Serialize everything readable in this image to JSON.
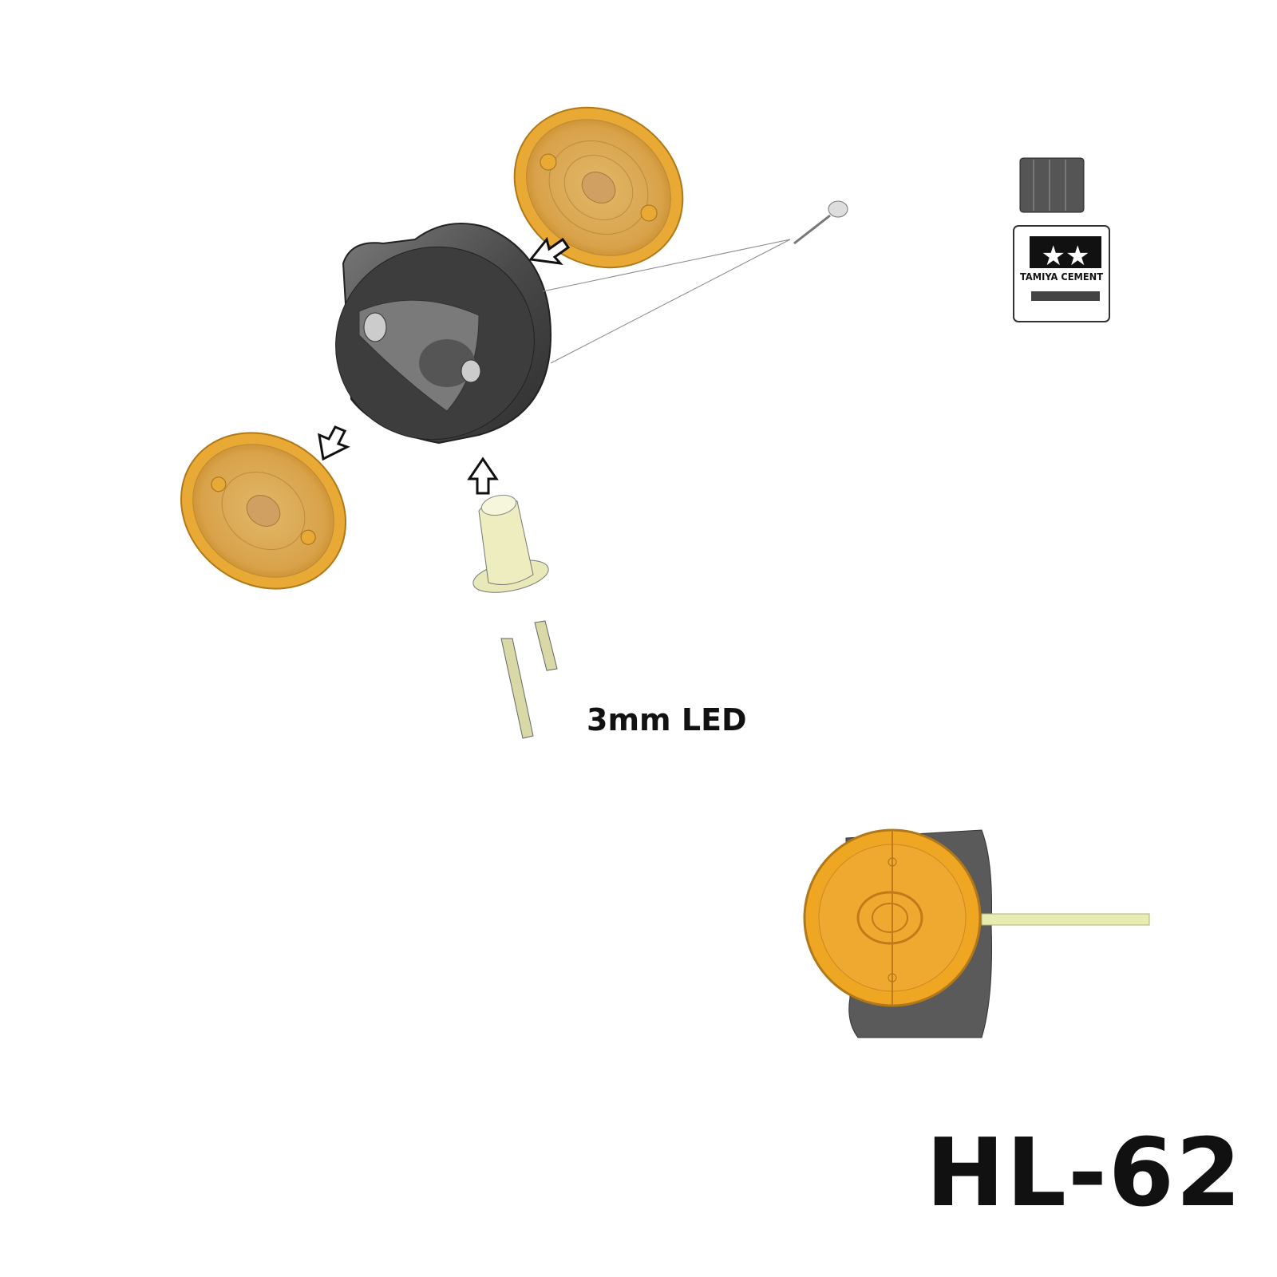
{
  "labels": {
    "led": "3mm LED",
    "model": "HL-62"
  },
  "cement_bottle": {
    "brand_text": "TAMIYA CEMENT"
  },
  "colors": {
    "lens": "#e9a93a",
    "lens_light": "#f3c56a",
    "housing": "#4a4a4a",
    "led": "#e8e8b8",
    "text": "#111111"
  }
}
